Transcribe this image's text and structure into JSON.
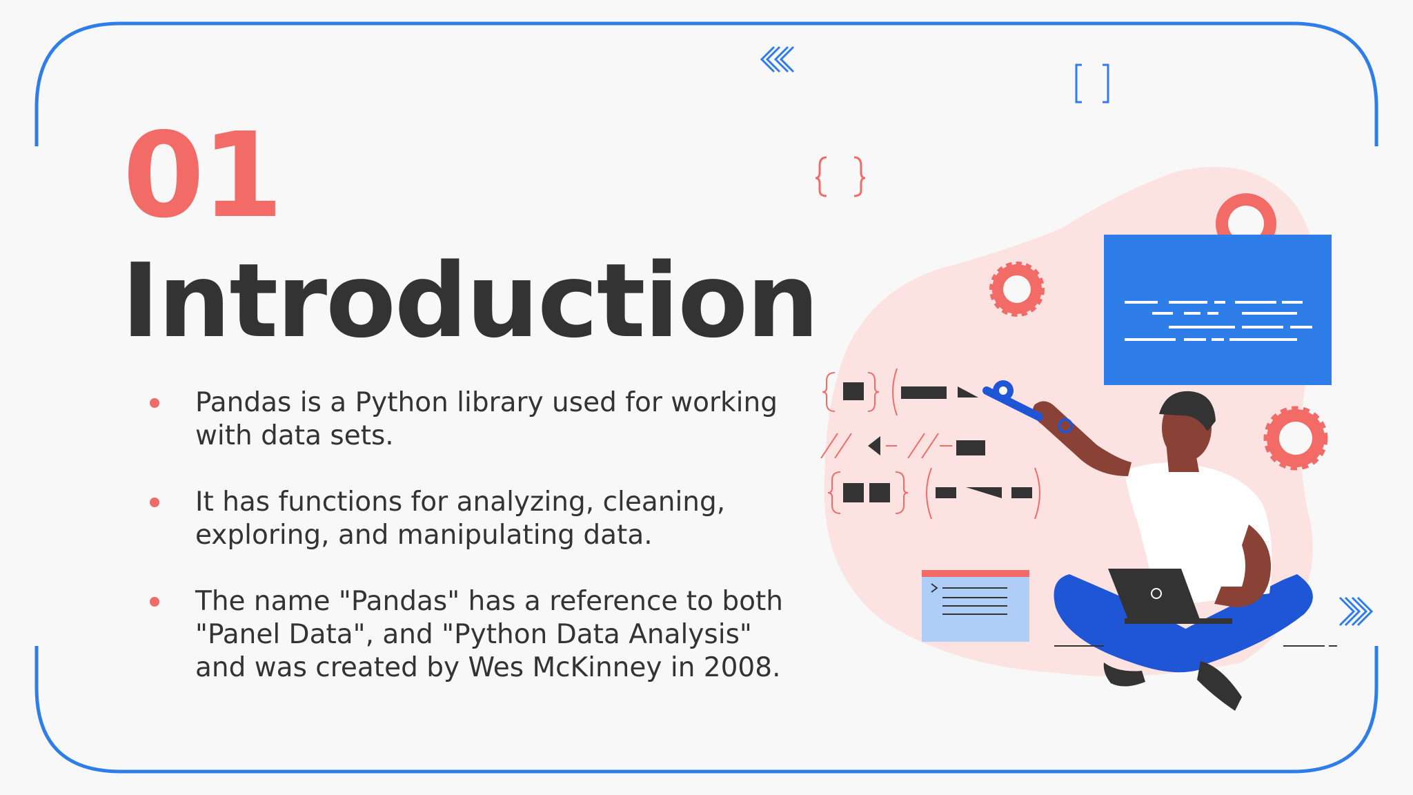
{
  "slide": {
    "number": "01",
    "title": "Introduction",
    "bullets": [
      "Pandas is a Python library used for working with data sets.",
      "It has functions for analyzing, cleaning, exploring, and manipulating data.",
      "The name \"Pandas\" has a reference to both \"Panel Data\", and \"Python Data Analysis\" and was created by Wes McKinney in 2008."
    ]
  },
  "decor": {
    "chevrons_left_icon": "double-chevron-left-icon",
    "chevrons_right_icon": "double-chevron-right-icon",
    "brackets_icon": "square-brackets-icon",
    "braces_icon": "curly-braces-icon",
    "illustration": "person-coding-on-laptop-illustration"
  },
  "colors": {
    "accent_red": "#f26b67",
    "accent_blue": "#2f7de8",
    "text_dark": "#333333",
    "blob_pink": "#fde2e2",
    "background": "#f8f8f8"
  }
}
